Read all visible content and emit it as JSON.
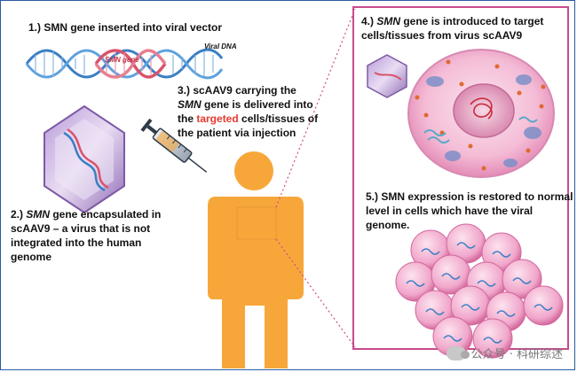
{
  "step1": {
    "label": "1.) SMN gene inserted into viral vector",
    "viral_dna": "Viral DNA",
    "smn_gene": "SMN gene"
  },
  "step2": {
    "num": "2.) ",
    "gene": "SMN",
    "rest1": " gene encapsulated in",
    "line2": "scAAV9 – a virus that is not",
    "line3": "integrated into the human",
    "line4": "genome"
  },
  "step3": {
    "line1": "3.) scAAV9 carrying the",
    "gene": "SMN",
    "line2_rest": " gene is delivered into",
    "the": "the ",
    "targeted": "targeted",
    "line3_rest": " cells/tissues of",
    "line4": "the patient via injection"
  },
  "step4": {
    "num": "4.) ",
    "gene": "SMN",
    "rest1": " gene is introduced to target",
    "line2": "cells/tissues from virus scAAV9"
  },
  "step5": {
    "line1": "5.) SMN expression is restored to normal",
    "line2": "level in cells which have the viral",
    "line3": "genome."
  },
  "watermark": "公众号 · 科研综述",
  "colors": {
    "person": "#f7a73a",
    "panel_border": "#c84b8c",
    "cell": "#f6c4dc",
    "dna_blue": "#3a7fc4",
    "dna_red": "#d9536b",
    "capsid": "#9d7ec0",
    "targeted": "#e53a2e"
  }
}
